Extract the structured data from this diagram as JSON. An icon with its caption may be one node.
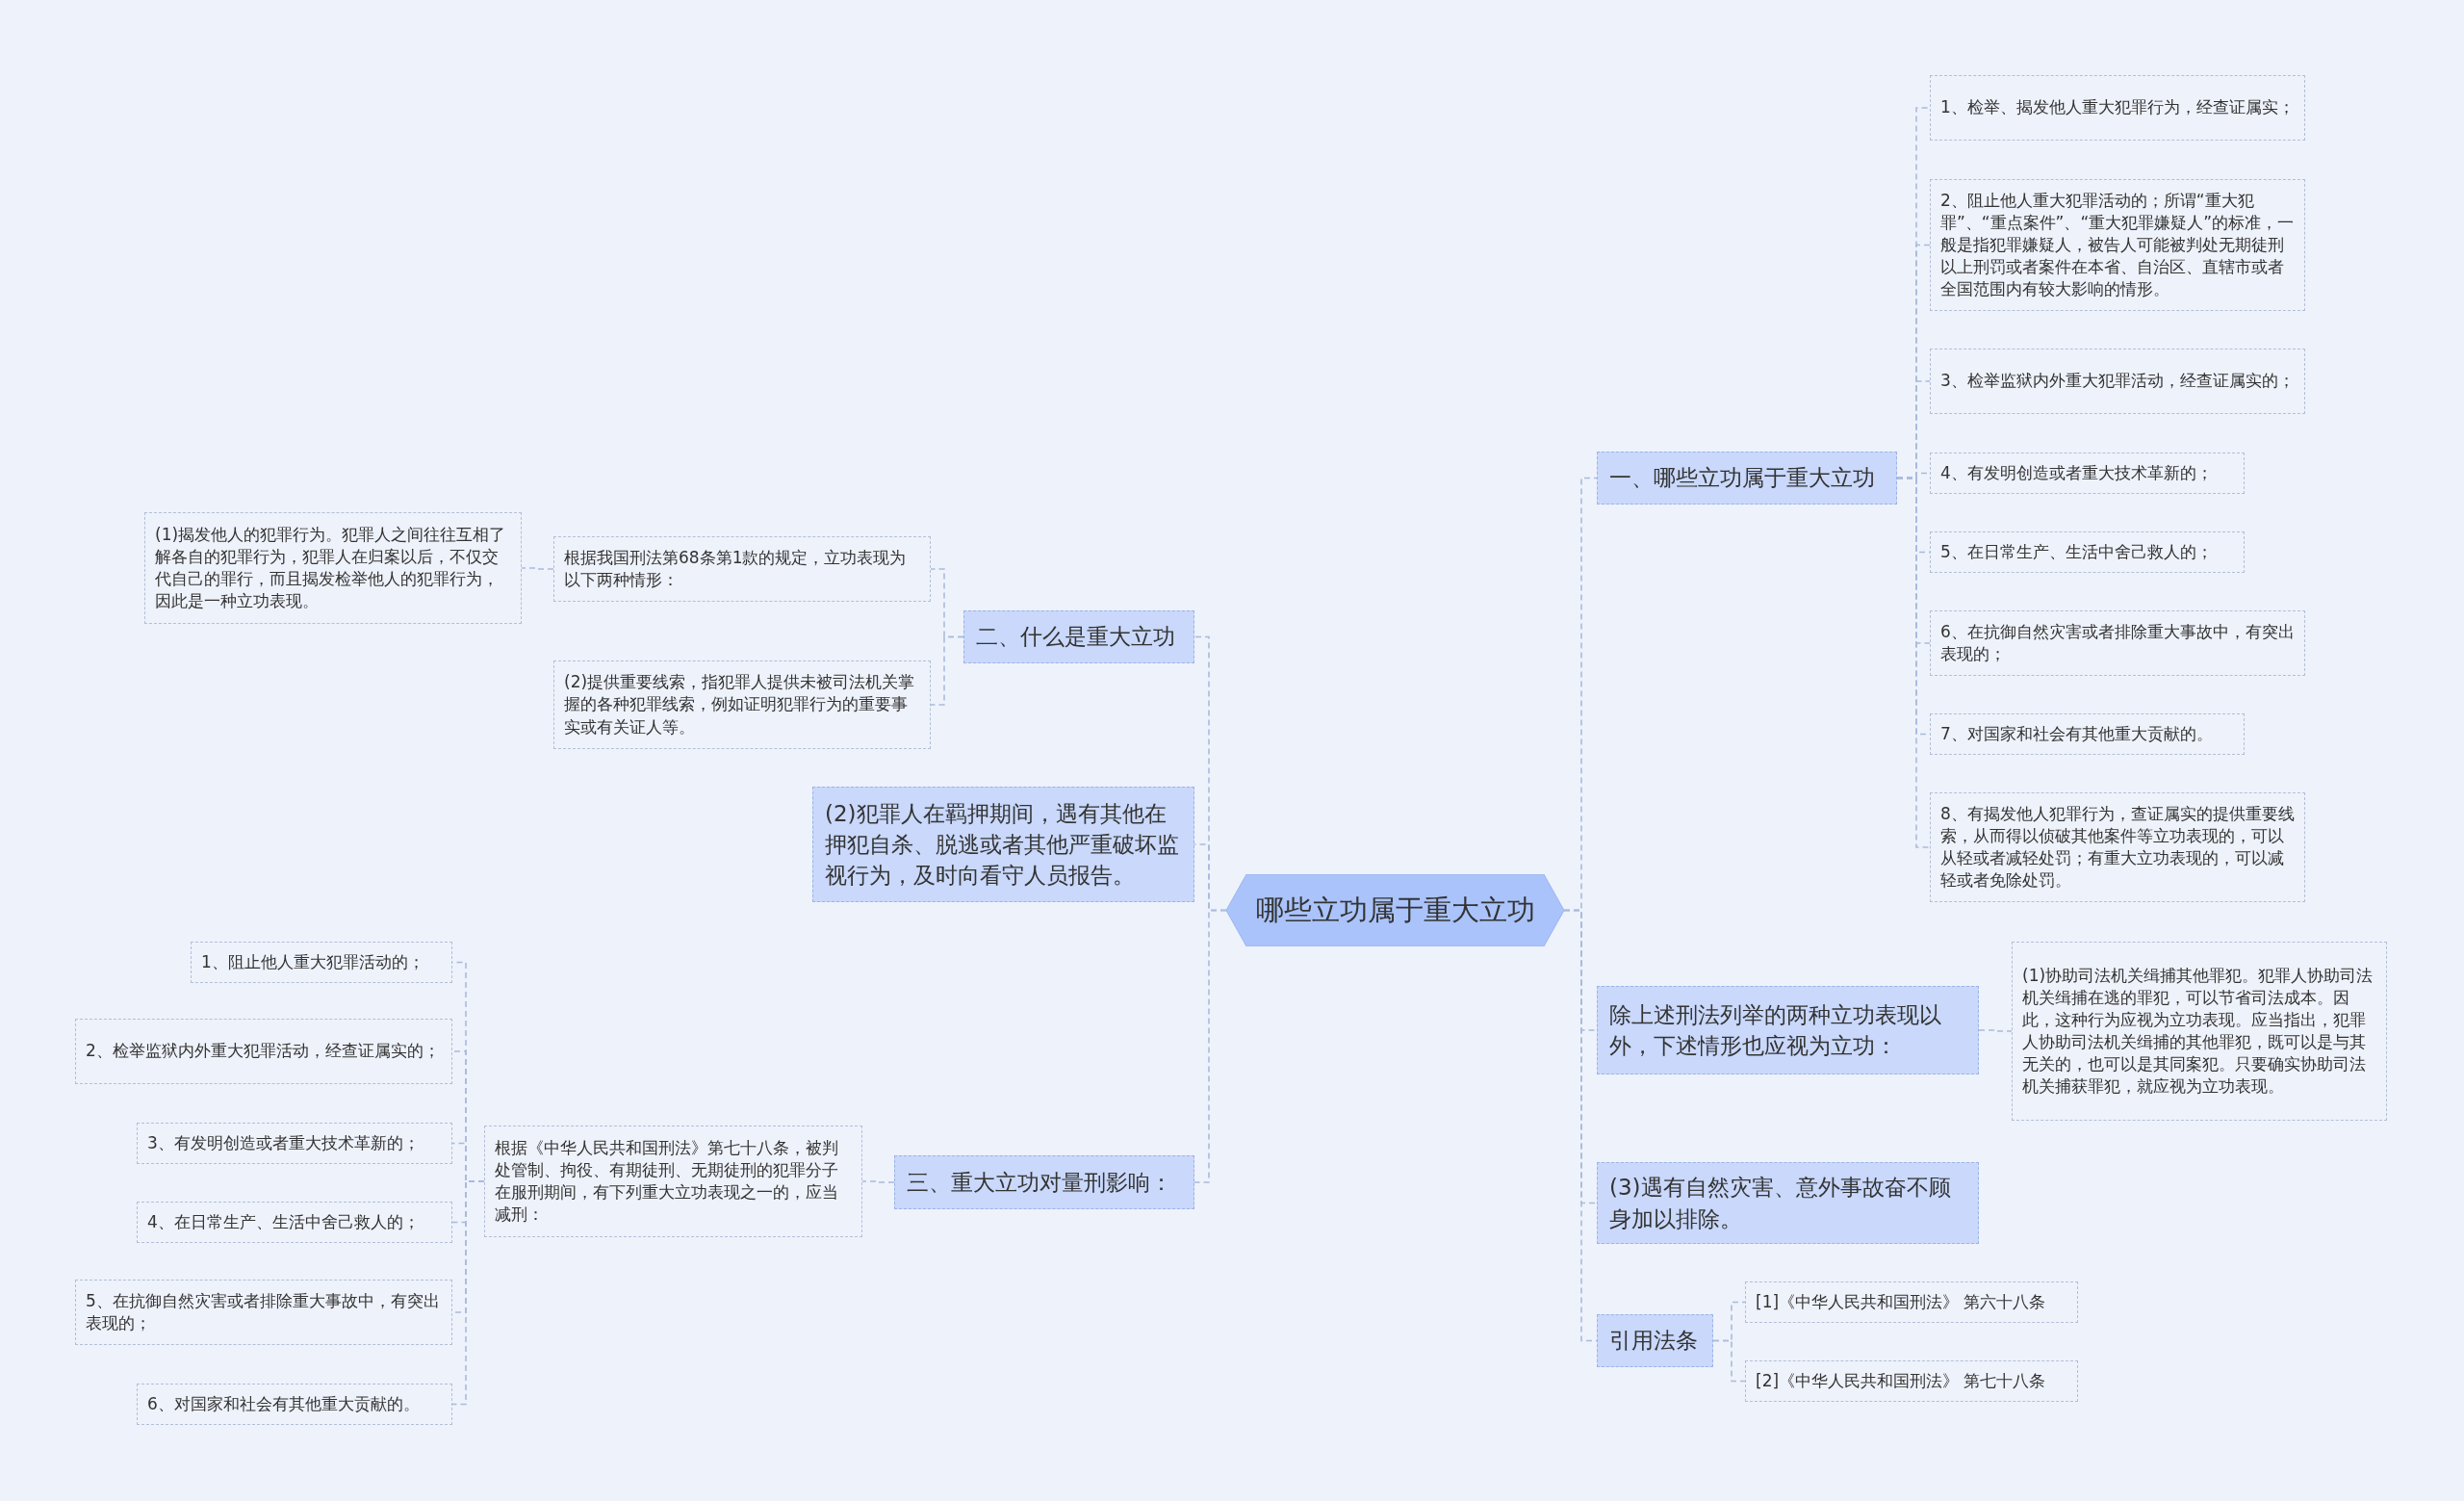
{
  "diagram": {
    "nodes": [
      {
        "text": [
          "哪些立功属于重大立功"
        ]
      },
      {
        "text": [
          "二、什么是重大立功"
        ]
      },
      {
        "text": [
          "根据我国刑法第68条第1款的规定，立功表现为以下两种情形："
        ]
      },
      {
        "text": [
          "(1)揭发他人的犯罪行为。犯罪人之间往往互相了解各自的犯罪行为，犯罪人在归案以后，不仅交代自己的罪行，而且揭发检举他人的犯罪行为，因此是一种立功表现。"
        ]
      },
      {
        "text": [
          "(2)提供重要线索，指犯罪人提供未被司法机关掌握的各种犯罪线索，例如证明犯罪行为的重要事实或有关证人等。"
        ]
      },
      {
        "text": [
          "(2)犯罪人在羁押期间，遇有其他在押犯自杀、脱逃或者其他严重破坏监视行为，及时向看守人员报告。"
        ]
      },
      {
        "text": [
          "三、重大立功对量刑影响："
        ]
      },
      {
        "text": [
          "根据《中华人民共和国刑法》第七十八条，被判处管制、拘役、有期徒刑、无期徒刑的犯罪分子在服刑期间，有下列重大立功表现之一的，应当减刑："
        ]
      },
      {
        "text": [
          "1、阻止他人重大犯罪活动的；"
        ]
      },
      {
        "text": [
          "2、检举监狱内外重大犯罪活动，经查证属实的；"
        ]
      },
      {
        "text": [
          "3、有发明创造或者重大技术革新的；"
        ]
      },
      {
        "text": [
          "4、在日常生产、生活中舍己救人的；"
        ]
      },
      {
        "text": [
          "5、在抗御自然灾害或者排除重大事故中，有突出表现的；"
        ]
      },
      {
        "text": [
          "6、对国家和社会有其他重大贡献的。"
        ]
      },
      {
        "text": [
          "一、哪些立功属于重大立功"
        ]
      },
      {
        "text": [
          "1、检举、揭发他人重大犯罪行为，经查证属实；"
        ]
      },
      {
        "text": [
          "2、阻止他人重大犯罪活动的；所谓“重大犯罪”、“重点案件”、“重大犯罪嫌疑人”的标准，一般是指犯罪嫌疑人，被告人可能被判处无期徒刑以上刑罚或者案件在本省、自治区、直辖市或者全国范围内有较大影响的情形。"
        ]
      },
      {
        "text": [
          "3、检举监狱内外重大犯罪活动，经查证属实的；"
        ]
      },
      {
        "text": [
          "4、有发明创造或者重大技术革新的；"
        ]
      },
      {
        "text": [
          "5、在日常生产、生活中舍己救人的；"
        ]
      },
      {
        "text": [
          "6、在抗御自然灾害或者排除重大事故中，有突出表现的；"
        ]
      },
      {
        "text": [
          "7、对国家和社会有其他重大贡献的。"
        ]
      },
      {
        "text": [
          "8、有揭发他人犯罪行为，查证属实的提供重要线索，从而得以侦破其他案件等立功表现的，可以从轻或者减轻处罚；有重大立功表现的，可以减轻或者免除处罚。"
        ]
      },
      {
        "text": [
          "除上述刑法列举的两种立功表现以外，下述情形也应视为立功："
        ]
      },
      {
        "text": [
          "(1)协助司法机关缉捕其他罪犯。犯罪人协助司法机关缉捕在逃的罪犯，可以节省司法成本。因此，这种行为应视为立功表现。应当指出，犯罪人协助司法机关缉捕的其他罪犯，既可以是与其无关的，也可以是其同案犯。只要确实协助司法机关捕获罪犯，就应视为立功表现。"
        ]
      },
      {
        "text": [
          "(3)遇有自然灾害、意外事故奋不顾身加以排除。"
        ]
      },
      {
        "text": [
          "引用法条"
        ]
      },
      {
        "text": [
          "[1]《中华人民共和国刑法》 第六十八条"
        ]
      },
      {
        "text": [
          "[2]《中华人民共和国刑法》 第七十八条"
        ]
      }
    ],
    "edges": [
      {
        "from": 0,
        "to": 1,
        "arrow": "none",
        "style": "dashed"
      },
      {
        "from": 1,
        "to": 2,
        "arrow": "none",
        "style": "dashed"
      },
      {
        "from": 2,
        "to": 3,
        "arrow": "none",
        "style": "dashed"
      },
      {
        "from": 1,
        "to": 4,
        "arrow": "none",
        "style": "dashed"
      },
      {
        "from": 0,
        "to": 5,
        "arrow": "none",
        "style": "dashed"
      },
      {
        "from": 0,
        "to": 6,
        "arrow": "none",
        "style": "dashed"
      },
      {
        "from": 6,
        "to": 7,
        "arrow": "none",
        "style": "dashed"
      },
      {
        "from": 7,
        "to": 8,
        "arrow": "none",
        "style": "dashed"
      },
      {
        "from": 7,
        "to": 9,
        "arrow": "none",
        "style": "dashed"
      },
      {
        "from": 7,
        "to": 10,
        "arrow": "none",
        "style": "dashed"
      },
      {
        "from": 7,
        "to": 11,
        "arrow": "none",
        "style": "dashed"
      },
      {
        "from": 7,
        "to": 12,
        "arrow": "none",
        "style": "dashed"
      },
      {
        "from": 7,
        "to": 13,
        "arrow": "none",
        "style": "dashed"
      },
      {
        "from": 0,
        "to": 14,
        "arrow": "none",
        "style": "dashed"
      },
      {
        "from": 14,
        "to": 15,
        "arrow": "none",
        "style": "dashed"
      },
      {
        "from": 14,
        "to": 16,
        "arrow": "none",
        "style": "dashed"
      },
      {
        "from": 14,
        "to": 17,
        "arrow": "none",
        "style": "dashed"
      },
      {
        "from": 14,
        "to": 18,
        "arrow": "none",
        "style": "dashed"
      },
      {
        "from": 14,
        "to": 19,
        "arrow": "none",
        "style": "dashed"
      },
      {
        "from": 14,
        "to": 20,
        "arrow": "none",
        "style": "dashed"
      },
      {
        "from": 14,
        "to": 21,
        "arrow": "none",
        "style": "dashed"
      },
      {
        "from": 14,
        "to": 22,
        "arrow": "none",
        "style": "dashed"
      },
      {
        "from": 0,
        "to": 23,
        "arrow": "none",
        "style": "dashed"
      },
      {
        "from": 23,
        "to": 24,
        "arrow": "none",
        "style": "dashed"
      },
      {
        "from": 0,
        "to": 25,
        "arrow": "none",
        "style": "dashed"
      },
      {
        "from": 0,
        "to": 26,
        "arrow": "none",
        "style": "dashed"
      },
      {
        "from": 26,
        "to": 27,
        "arrow": "none",
        "style": "dashed"
      },
      {
        "from": 26,
        "to": 28,
        "arrow": "none",
        "style": "dashed"
      }
    ]
  }
}
